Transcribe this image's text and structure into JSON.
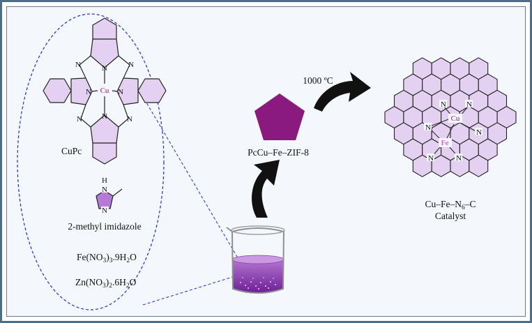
{
  "colors": {
    "frame": "#4f6d87",
    "background": "#f4f8fc",
    "ring_fill": "#e4d0f1",
    "bond": "#222222",
    "dashed_outline": "#1f2fbf",
    "pentagon": "#8a1a7d",
    "arrow": "#111111",
    "metal_cu": "#a0137f",
    "metal_fe": "#d62fc9",
    "imidazole_fill": "#b57ad6",
    "liquid": "#8c3ab0"
  },
  "precursors": {
    "cupc_metal": "Cu",
    "n_atom": "N",
    "cupc_label": "CuPc",
    "imidazole_h": "H",
    "imidazole_label": "2-methyl imidazole",
    "iron_salt": {
      "a": "Fe(NO",
      "b": "3",
      "c": ")",
      "d": "3",
      "e": ".9H",
      "f": "2",
      "g": "O"
    },
    "zinc_salt": {
      "a": "Zn(NO",
      "b": "3",
      "c": ")",
      "d": "2",
      "e": ".6H",
      "f": "2",
      "g": "O"
    }
  },
  "intermediate": {
    "label": "PcCu–Fe–ZIF-8"
  },
  "step": {
    "temperature": "1000 ºC"
  },
  "product": {
    "cu": "Cu",
    "fe": "Fe",
    "n_atom": "N",
    "formula": {
      "a": "Cu–Fe–N",
      "b": "6",
      "c": "–C"
    },
    "label": "Catalyst"
  }
}
